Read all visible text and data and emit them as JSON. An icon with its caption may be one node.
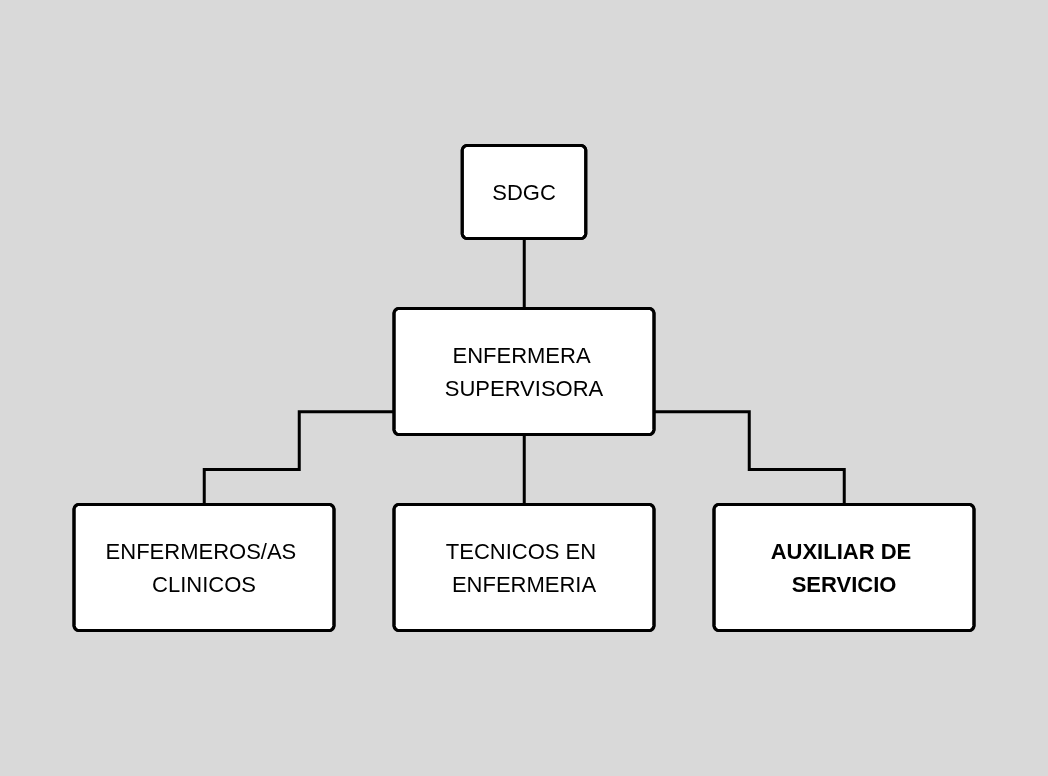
{
  "diagram": {
    "nodes": [
      {
        "text": [
          "SDGC"
        ]
      },
      {
        "text": [
          "ENFERMERA SUPERVISORA"
        ]
      },
      {
        "text": [
          "ENFERMEROS/AS CLINICOS"
        ]
      },
      {
        "text": [
          "TECNICOS EN ENFERMERIA"
        ]
      },
      {
        "text": [
          "AUXILIAR DE SERVICIO"
        ]
      }
    ],
    "edges": [
      {
        "from": 0,
        "to": 1,
        "arrow": "none"
      },
      {
        "from": 1,
        "to": 2,
        "arrow": "none"
      },
      {
        "from": 1,
        "to": 3,
        "arrow": "none"
      },
      {
        "from": 1,
        "to": 4,
        "arrow": "none"
      }
    ]
  }
}
